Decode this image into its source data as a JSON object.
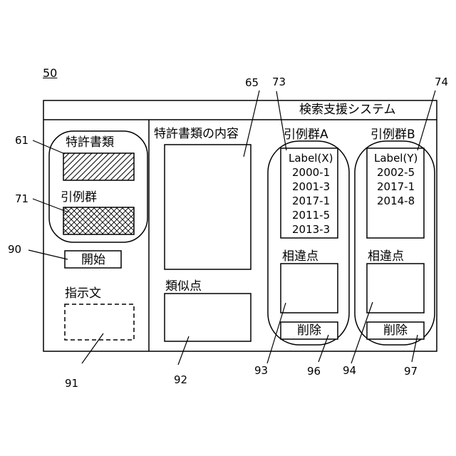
{
  "figure_number": "50",
  "window": {
    "title": "検索支援システム"
  },
  "left_panel": {
    "patent_doc_label": "特許書類",
    "cited_group_label": "引例群",
    "start_button": "開始",
    "instruction_label": "指示文"
  },
  "middle_panel": {
    "content_label": "特許書類の内容",
    "similarity_label": "類似点"
  },
  "group_a": {
    "title": "引例群A",
    "items": [
      "Label(X)",
      "2000-1",
      "2001-3",
      "2017-1",
      "2011-5",
      "2013-3"
    ],
    "difference_label": "相違点",
    "delete_button": "削除"
  },
  "group_b": {
    "title": "引例群B",
    "items": [
      "Label(Y)",
      "2002-5",
      "2017-1",
      "2014-8"
    ],
    "difference_label": "相違点",
    "delete_button": "削除"
  },
  "refs": {
    "r61": "61",
    "r71": "71",
    "r90": "90",
    "r91": "91",
    "r65": "65",
    "r92": "92",
    "r73": "73",
    "r74": "74",
    "r93": "93",
    "r94": "94",
    "r96": "96",
    "r97": "97"
  }
}
